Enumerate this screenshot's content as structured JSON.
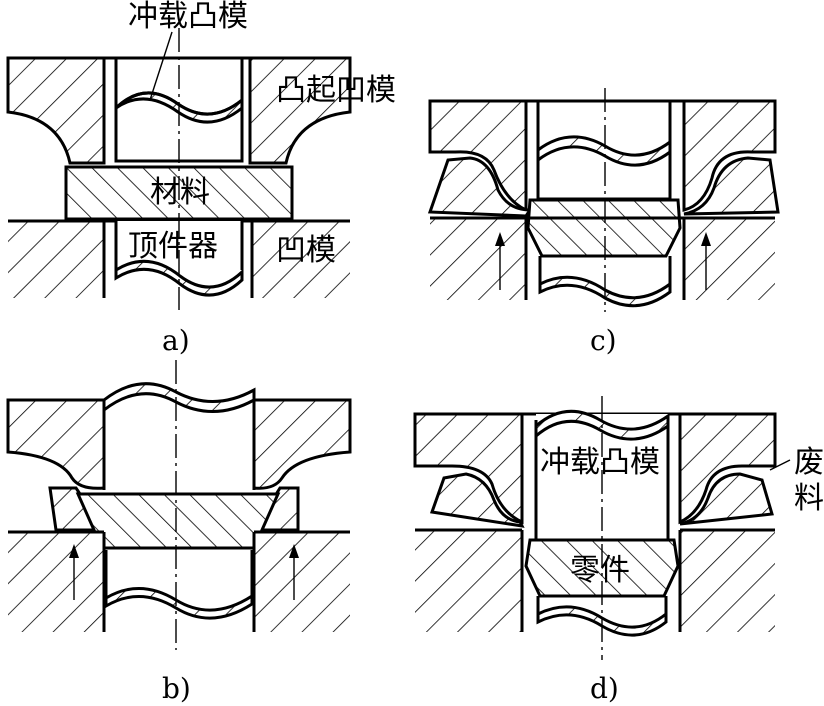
{
  "panels": {
    "a": {
      "caption": "a)",
      "labels": {
        "punch": "冲载凸模",
        "raised_die": "凸起凹模",
        "material": "材料",
        "ejector": "顶件器",
        "die": "凹模"
      }
    },
    "b": {
      "caption": "b)"
    },
    "c": {
      "caption": "c)"
    },
    "d": {
      "caption": "d)",
      "labels": {
        "punch": "冲载凸模",
        "part": "零件",
        "scrap_1": "废",
        "scrap_2": "料"
      }
    }
  }
}
